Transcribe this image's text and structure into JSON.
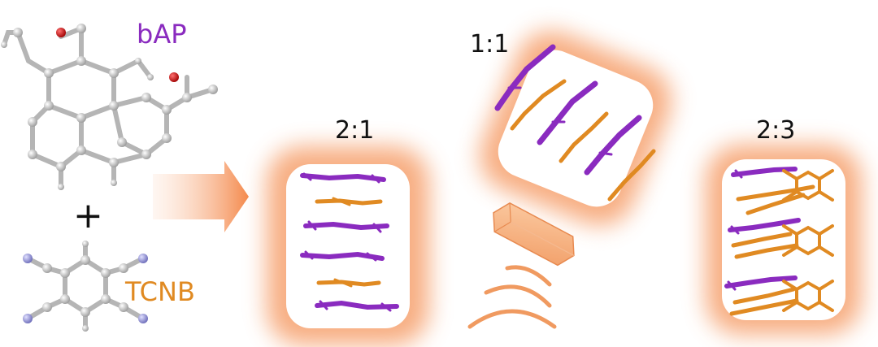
{
  "labels": {
    "donor": "bAP",
    "acceptor": "TCNB",
    "plus": "+",
    "ratio_2_1": "2:1",
    "ratio_1_1": "1:1",
    "ratio_2_3": "2:3"
  },
  "colors": {
    "donor": "#8a2bbf",
    "acceptor": "#e08a22",
    "glow": "#f7a87a",
    "atom_carbon": "#c8c8c8",
    "atom_oxygen": "#d01818",
    "atom_nitrogen": "#9c9ce0"
  },
  "icons": {
    "arrow": "gradient-arrow-icon",
    "crystal": "crystal-prism-icon",
    "bending": "bending-arcs-icon"
  }
}
